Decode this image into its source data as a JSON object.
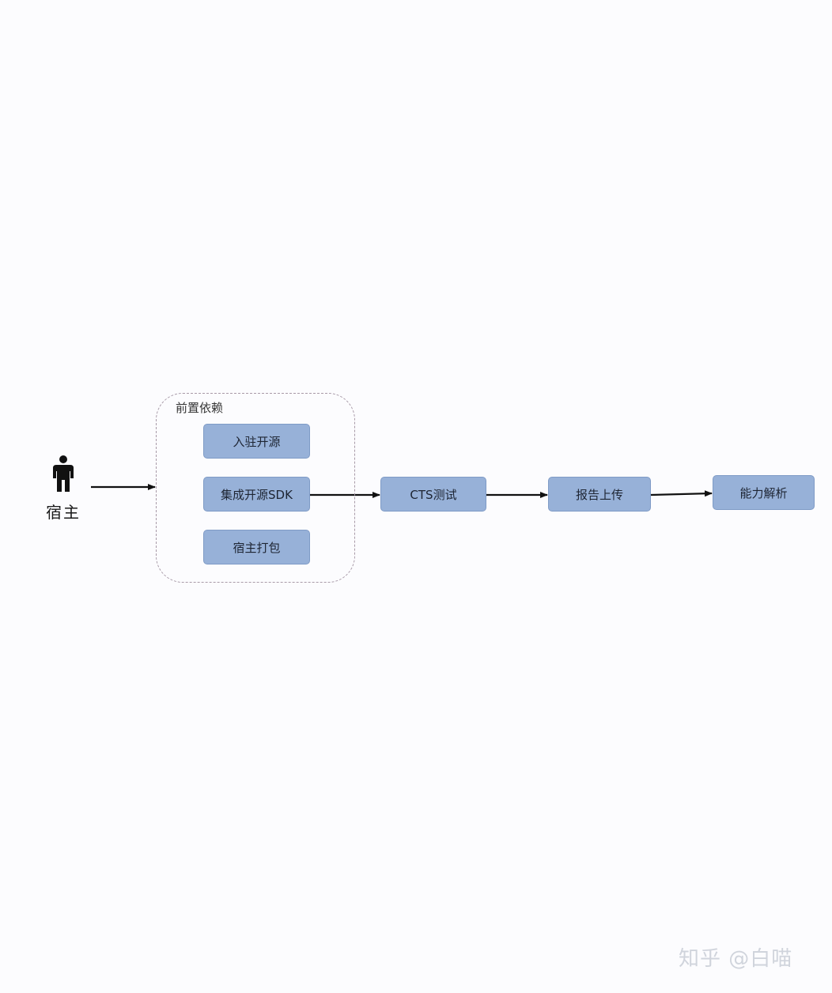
{
  "actor": {
    "label": "宿主",
    "icon": "person-icon"
  },
  "group": {
    "title": "前置依赖",
    "items": [
      {
        "label": "入驻开源"
      },
      {
        "label": "集成开源SDK"
      },
      {
        "label": "宿主打包"
      }
    ]
  },
  "flow": [
    {
      "label": "CTS测试"
    },
    {
      "label": "报告上传"
    },
    {
      "label": "能力解析"
    }
  ],
  "watermark": "知乎 @白喵",
  "colors": {
    "node_fill": "#97b1d8",
    "node_border": "#7f9bc6",
    "arrow": "#111111",
    "group_border": "#a89aa8"
  }
}
